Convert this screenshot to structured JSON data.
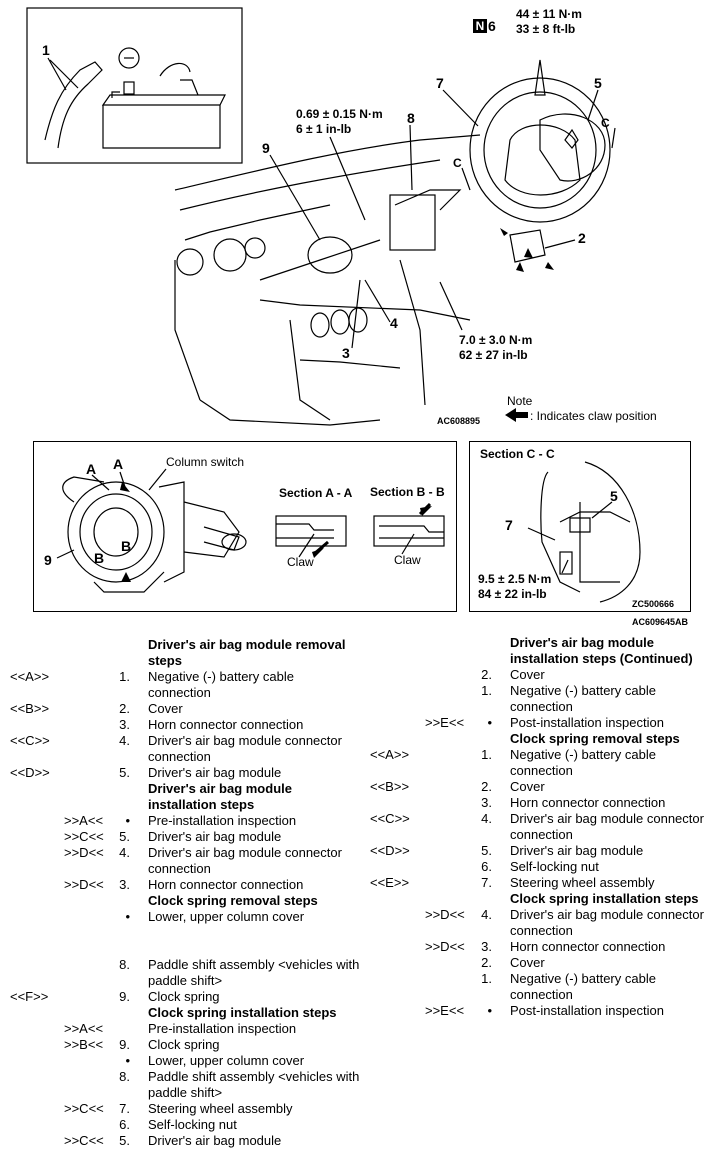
{
  "diagram": {
    "battery_callout": "1",
    "torque_top": [
      "44 ± 11 N·m",
      "33 ± 8 ft-lb"
    ],
    "nut_badge": "N",
    "nut_num": "6",
    "callout_7": "7",
    "callout_5": "5",
    "callout_c_right": "C",
    "callout_c_left": "C",
    "callout_8": "8",
    "callout_9": "9",
    "torque_mid": [
      "0.69 ± 0.15 N·m",
      "6 ± 1 in-lb"
    ],
    "callout_2": "2",
    "callout_4": "4",
    "callout_3": "3",
    "torque_low": [
      "7.0 ± 3.0 N·m",
      "62 ± 27 in-lb"
    ],
    "code_main": "AC608895",
    "note_title": "Note",
    "note_text": ": Indicates claw position",
    "col_switch": "Column switch",
    "sec_aa": "Section A - A",
    "sec_bb": "Section B - B",
    "claw": "Claw",
    "letter_a": "A",
    "letter_b": "B",
    "sec_cc": "Section C - C",
    "cc_7": "7",
    "cc_5": "5",
    "torque_cc": [
      "9.5 ± 2.5 N·m",
      "84 ± 22 in-lb"
    ],
    "code_cc": "ZC500666",
    "code_fig": "AC609645AB"
  },
  "left": [
    {
      "type": "hd",
      "text": "Driver's air bag module removal steps"
    },
    {
      "tag": "<<A>>",
      "num": "1.",
      "text": "Negative (-) battery cable connection"
    },
    {
      "tag": "<<B>>",
      "num": "2.",
      "text": "Cover"
    },
    {
      "tag": "",
      "num": "3.",
      "text": "Horn connector connection"
    },
    {
      "tag": "<<C>>",
      "num": "4.",
      "text": "Driver's air bag module connector connection"
    },
    {
      "tag": "<<D>>",
      "num": "5.",
      "text": "Driver's air bag module"
    },
    {
      "type": "hd",
      "text": "Driver's air bag module installation steps"
    },
    {
      "tag": ">>A<<",
      "num": "•",
      "text": "Pre-installation inspection"
    },
    {
      "tag": ">>C<<",
      "num": "5.",
      "text": "Driver's air bag module"
    },
    {
      "tag": ">>D<<",
      "num": "4.",
      "text": "Driver's air bag module connector connection"
    },
    {
      "tag": ">>D<<",
      "num": "3.",
      "text": "Horn connector connection"
    },
    {
      "type": "hd",
      "text": "Clock spring removal steps"
    },
    {
      "tag": "",
      "num": "•",
      "text": "Lower, upper column cover"
    },
    {
      "tag": "",
      "num": "8.",
      "text": "Paddle shift assembly <vehicles with paddle shift>"
    },
    {
      "tag": "<<F>>",
      "num": "9.",
      "text": "Clock spring"
    },
    {
      "type": "hd",
      "text": "Clock spring installation steps"
    },
    {
      "tag": ">>A<<",
      "num": "",
      "text": "Pre-installation inspection"
    },
    {
      "tag": ">>B<<",
      "num": "9.",
      "text": "Clock spring"
    },
    {
      "tag": "",
      "num": "•",
      "text": "Lower, upper column cover"
    },
    {
      "tag": "",
      "num": "8.",
      "text": "Paddle shift assembly <vehicles with paddle shift>"
    },
    {
      "tag": ">>C<<",
      "num": "7.",
      "text": "Steering wheel assembly"
    },
    {
      "tag": "",
      "num": "6.",
      "text": "Self-locking nut"
    },
    {
      "tag": ">>C<<",
      "num": "5.",
      "text": "Driver's air bag module"
    }
  ],
  "right": [
    {
      "type": "hd",
      "text": "Driver's air bag module installation steps (Continued)"
    },
    {
      "tag": "",
      "num": "2.",
      "text": "Cover"
    },
    {
      "tag": "",
      "num": "1.",
      "text": "Negative (-) battery cable connection"
    },
    {
      "tag": ">>E<<",
      "num": "•",
      "text": "Post-installation inspection"
    },
    {
      "type": "hd",
      "text": "Clock spring removal steps"
    },
    {
      "tag": "<<A>>",
      "num": "1.",
      "text": "Negative (-) battery cable connection"
    },
    {
      "tag": "<<B>>",
      "num": "2.",
      "text": "Cover"
    },
    {
      "tag": "",
      "num": "3.",
      "text": "Horn connector connection"
    },
    {
      "tag": "<<C>>",
      "num": "4.",
      "text": "Driver's air bag module connector connection"
    },
    {
      "tag": "<<D>>",
      "num": "5.",
      "text": "Driver's air bag module"
    },
    {
      "tag": "",
      "num": "6.",
      "text": "Self-locking nut"
    },
    {
      "tag": "<<E>>",
      "num": "7.",
      "text": "Steering wheel assembly"
    },
    {
      "type": "hd",
      "text": "Clock spring installation steps"
    },
    {
      "tag": ">>D<<",
      "num": "4.",
      "text": "Driver's air bag module connector connection"
    },
    {
      "tag": ">>D<<",
      "num": "3.",
      "text": "Horn connector connection"
    },
    {
      "tag": "",
      "num": "2.",
      "text": "Cover"
    },
    {
      "tag": "",
      "num": "1.",
      "text": "Negative (-) battery cable connection"
    },
    {
      "tag": ">>E<<",
      "num": "•",
      "text": "Post-installation inspection"
    }
  ]
}
